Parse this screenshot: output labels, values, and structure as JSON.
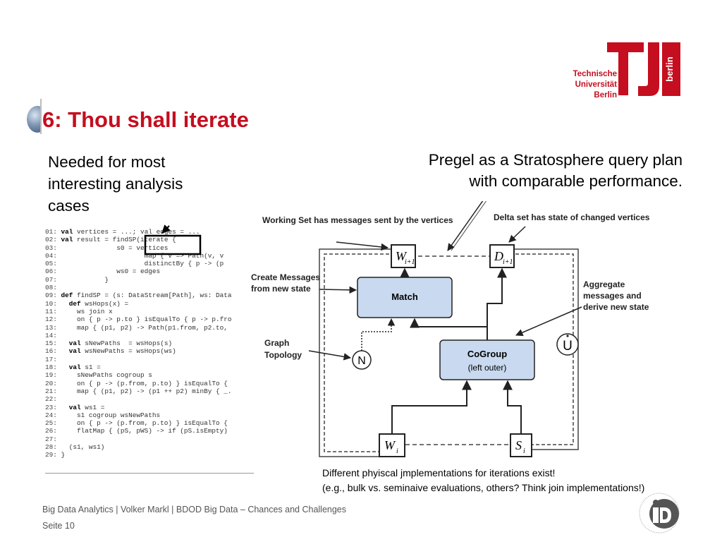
{
  "slide": {
    "title": "6: Thou shall iterate",
    "left_text": "Needed for most interesting analysis cases",
    "right_text_1": "Pregel as a Stratosphere query plan",
    "right_text_2": "with comparable performance.",
    "note_1": "Different  phyiscal jmplementations for iterations exist!",
    "note_2": "(e.g., bulk vs. seminaive evaluations,  others? Think join implementations!)",
    "footer": "Big Data Analytics | Volker Markl | BDOD Big Data – Chances and Challenges",
    "page": "Seite 10"
  },
  "logo": {
    "line1": "Technische",
    "line2": "Universität",
    "line3": "Berlin",
    "side": "berlin",
    "brand_color": "#c50e1f"
  },
  "code": {
    "lines": [
      {
        "n": "01:",
        "kw": "val",
        "t": " vertices = ...; val edges = ..."
      },
      {
        "n": "02:",
        "kw": "val",
        "t": " result = findSP(iterate {"
      },
      {
        "n": "03:",
        "kw": "",
        "t": "              s0 = vertices"
      },
      {
        "n": "04:",
        "kw": "",
        "t": "                     map { v => Path(v, v"
      },
      {
        "n": "05:",
        "kw": "",
        "t": "                     distinctBy { p -> (p"
      },
      {
        "n": "06:",
        "kw": "",
        "t": "              ws0 = edges"
      },
      {
        "n": "07:",
        "kw": "",
        "t": "           }"
      },
      {
        "n": "08:",
        "kw": "",
        "t": ""
      },
      {
        "n": "09:",
        "kw": "def",
        "t": " findSP = (s: DataStream[Path], ws: Data"
      },
      {
        "n": "10:",
        "kw": "  def",
        "t": " wsHops(x) ="
      },
      {
        "n": "11:",
        "kw": "",
        "t": "    ws join x"
      },
      {
        "n": "12:",
        "kw": "",
        "t": "    on { p -> p.to } isEqualTo { p -> p.fro"
      },
      {
        "n": "13:",
        "kw": "",
        "t": "    map { (p1, p2) -> Path(p1.from, p2.to,"
      },
      {
        "n": "14:",
        "kw": "",
        "t": ""
      },
      {
        "n": "15:",
        "kw": "  val",
        "t": " sNewPaths  = wsHops(s)"
      },
      {
        "n": "16:",
        "kw": "  val",
        "t": " wsNewPaths = wsHops(ws)"
      },
      {
        "n": "17:",
        "kw": "",
        "t": ""
      },
      {
        "n": "18:",
        "kw": "  val",
        "t": " s1 ="
      },
      {
        "n": "19:",
        "kw": "",
        "t": "    sNewPaths cogroup s"
      },
      {
        "n": "20:",
        "kw": "",
        "t": "    on { p -> (p.from, p.to) } isEqualTo {"
      },
      {
        "n": "21:",
        "kw": "",
        "t": "    map { (p1, p2) -> (p1 ++ p2) minBy { _."
      },
      {
        "n": "22:",
        "kw": "",
        "t": ""
      },
      {
        "n": "23:",
        "kw": "  val",
        "t": " ws1 ="
      },
      {
        "n": "24:",
        "kw": "",
        "t": "    s1 cogroup wsNewPaths"
      },
      {
        "n": "25:",
        "kw": "",
        "t": "    on { p -> (p.from, p.to) } isEqualTo {"
      },
      {
        "n": "26:",
        "kw": "",
        "t": "    flatMap { (pS, pWS) -> if (pS.isEmpty)"
      },
      {
        "n": "27:",
        "kw": "",
        "t": ""
      },
      {
        "n": "28:",
        "kw": "",
        "t": "  (s1, ws1)"
      },
      {
        "n": "29:",
        "kw": "",
        "t": "}"
      }
    ]
  },
  "diagram": {
    "label_working_set": "Working Set has messages sent by the vertices",
    "label_delta_set": "Delta set has state of changed vertices",
    "label_create_1": "Create Messages",
    "label_create_2": "from new state",
    "label_aggregate_1": "Aggregate",
    "label_aggregate_2": "messages and",
    "label_aggregate_3": "derive new state",
    "label_graph_1": "Graph",
    "label_graph_2": "Topology",
    "match": "Match",
    "cogroup": "CoGroup",
    "cogroup_sub": "(left outer)",
    "n_node": "N",
    "union": "U",
    "w_next": "W",
    "w_next_sub": "i+1",
    "d_next": "D",
    "d_next_sub": "i+1",
    "w_i": "W",
    "w_i_sub": "i",
    "s_i": "S",
    "s_i_sub": "i",
    "box_fill": "#c9d9ef"
  }
}
